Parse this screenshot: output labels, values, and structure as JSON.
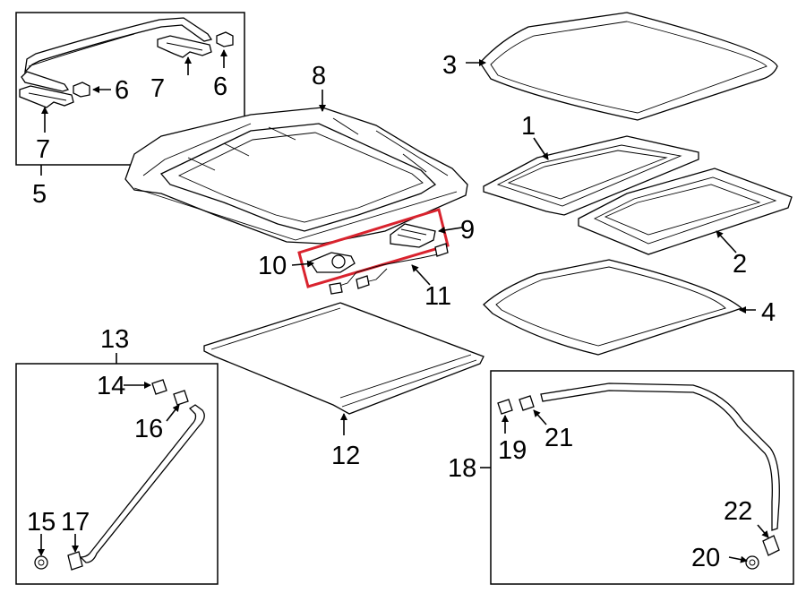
{
  "diagram": {
    "callouts": {
      "c1": "1",
      "c2": "2",
      "c3": "3",
      "c4": "4",
      "c5": "5",
      "c6a": "6",
      "c6b": "6",
      "c7a": "7",
      "c7b": "7",
      "c8": "8",
      "c9": "9",
      "c10": "10",
      "c11": "11",
      "c12": "12",
      "c13": "13",
      "c14": "14",
      "c15": "15",
      "c16": "16",
      "c17": "17",
      "c18": "18",
      "c19": "19",
      "c20": "20",
      "c21": "21",
      "c22": "22"
    },
    "colors": {
      "line": "#000000",
      "highlight": "#d9232e",
      "background": "#ffffff"
    },
    "highlighted_parts": [
      "9",
      "10",
      "11"
    ]
  }
}
